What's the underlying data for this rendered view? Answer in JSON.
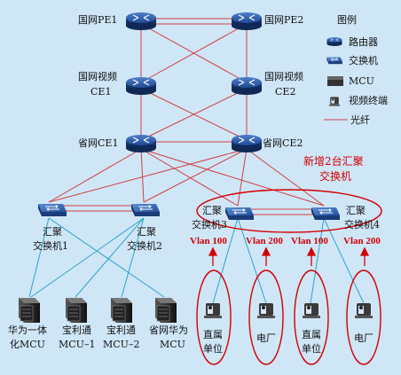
{
  "core": {
    "pe1": "国网PE1",
    "pe2": "国网PE2",
    "ce1_line1": "国网视频",
    "ce1_line2": "CE1",
    "ce2_line1": "国网视频",
    "ce2_line2": "CE2",
    "prov_ce1": "省网CE1",
    "prov_ce2": "省网CE2"
  },
  "switches": {
    "s1_line1": "汇聚",
    "s1_line2": "交换机1",
    "s2_line1": "汇聚",
    "s2_line2": "交换机2",
    "s3_line1": "汇聚",
    "s3_line2": "交换机3",
    "s4_line1": "汇聚",
    "s4_line2": "交换机4"
  },
  "annotation": {
    "line1": "新增2台汇聚",
    "line2": "交换机"
  },
  "vlans": [
    "Vlan 100",
    "Vlan 200",
    "Vlan 100",
    "Vlan 200"
  ],
  "mcus": [
    {
      "line1": "华为一体",
      "line2": "化MCU"
    },
    {
      "line1": "宝利通",
      "line2": "MCU–1"
    },
    {
      "line1": "宝利通",
      "line2": "MCU–2"
    },
    {
      "line1": "省网华为",
      "line2": "MCU"
    }
  ],
  "terminals": [
    {
      "line1": "直属",
      "line2": "单位"
    },
    {
      "line1": "电厂",
      "line2": ""
    },
    {
      "line1": "直属",
      "line2": "单位"
    },
    {
      "line1": "电厂",
      "line2": ""
    }
  ],
  "legend": {
    "title": "图例",
    "router": "路由器",
    "switch": "交换机",
    "mcu": "MCU",
    "terminal": "视频终端",
    "fiber": "光纤"
  },
  "colors": {
    "background": "#cfe6f7",
    "fiber": "#d04040",
    "access_link": "#2aa6c8",
    "accent": "#d40000"
  }
}
